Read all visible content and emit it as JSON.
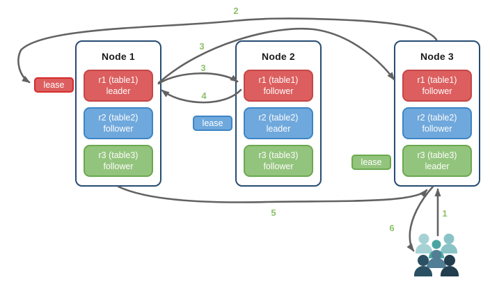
{
  "diagram": {
    "nodes": [
      {
        "title": "Node 1",
        "replicas": [
          {
            "line1": "r1 (table1)",
            "line2": "leader",
            "role": "leader",
            "color": "#dc5e5e"
          },
          {
            "line1": "r2 (table2)",
            "line2": "follower",
            "role": "follower",
            "color": "#6fa8dc"
          },
          {
            "line1": "r3 (table3)",
            "line2": "follower",
            "role": "follower",
            "color": "#93c47d"
          }
        ]
      },
      {
        "title": "Node 2",
        "replicas": [
          {
            "line1": "r1 (table1)",
            "line2": "follower",
            "role": "follower",
            "color": "#dc5e5e"
          },
          {
            "line1": "r2 (table2)",
            "line2": "leader",
            "role": "leader",
            "color": "#6fa8dc"
          },
          {
            "line1": "r3 (table3)",
            "line2": "follower",
            "role": "follower",
            "color": "#93c47d"
          }
        ]
      },
      {
        "title": "Node 3",
        "replicas": [
          {
            "line1": "r1 (table1)",
            "line2": "follower",
            "role": "follower",
            "color": "#dc5e5e"
          },
          {
            "line1": "r2 (table2)",
            "line2": "follower",
            "role": "follower",
            "color": "#6fa8dc"
          },
          {
            "line1": "r3 (table3)",
            "line2": "leader",
            "role": "leader",
            "color": "#93c47d"
          }
        ]
      }
    ],
    "lease_labels": [
      {
        "label": "lease",
        "color": "#dc5e5e",
        "near": "Node 1 r1 leader"
      },
      {
        "label": "lease",
        "color": "#6fa8dc",
        "near": "Node 2 r2 leader"
      },
      {
        "label": "lease",
        "color": "#93c47d",
        "near": "Node 3 r3 leader"
      }
    ],
    "steps": {
      "step1": "1",
      "step2": "2",
      "step3": "3",
      "step4": "4",
      "step5": "5",
      "step6": "6"
    },
    "icons": [
      {
        "name": "users-icon",
        "description": "group of client users, teal and navy silhouettes"
      }
    ],
    "colors": {
      "leader_red": "#dc5e5e",
      "follower_blue": "#6fa8dc",
      "replica_green": "#93c47d",
      "node_border": "#274b72",
      "arrow": "#626262",
      "step_label": "#8dc06b"
    }
  }
}
